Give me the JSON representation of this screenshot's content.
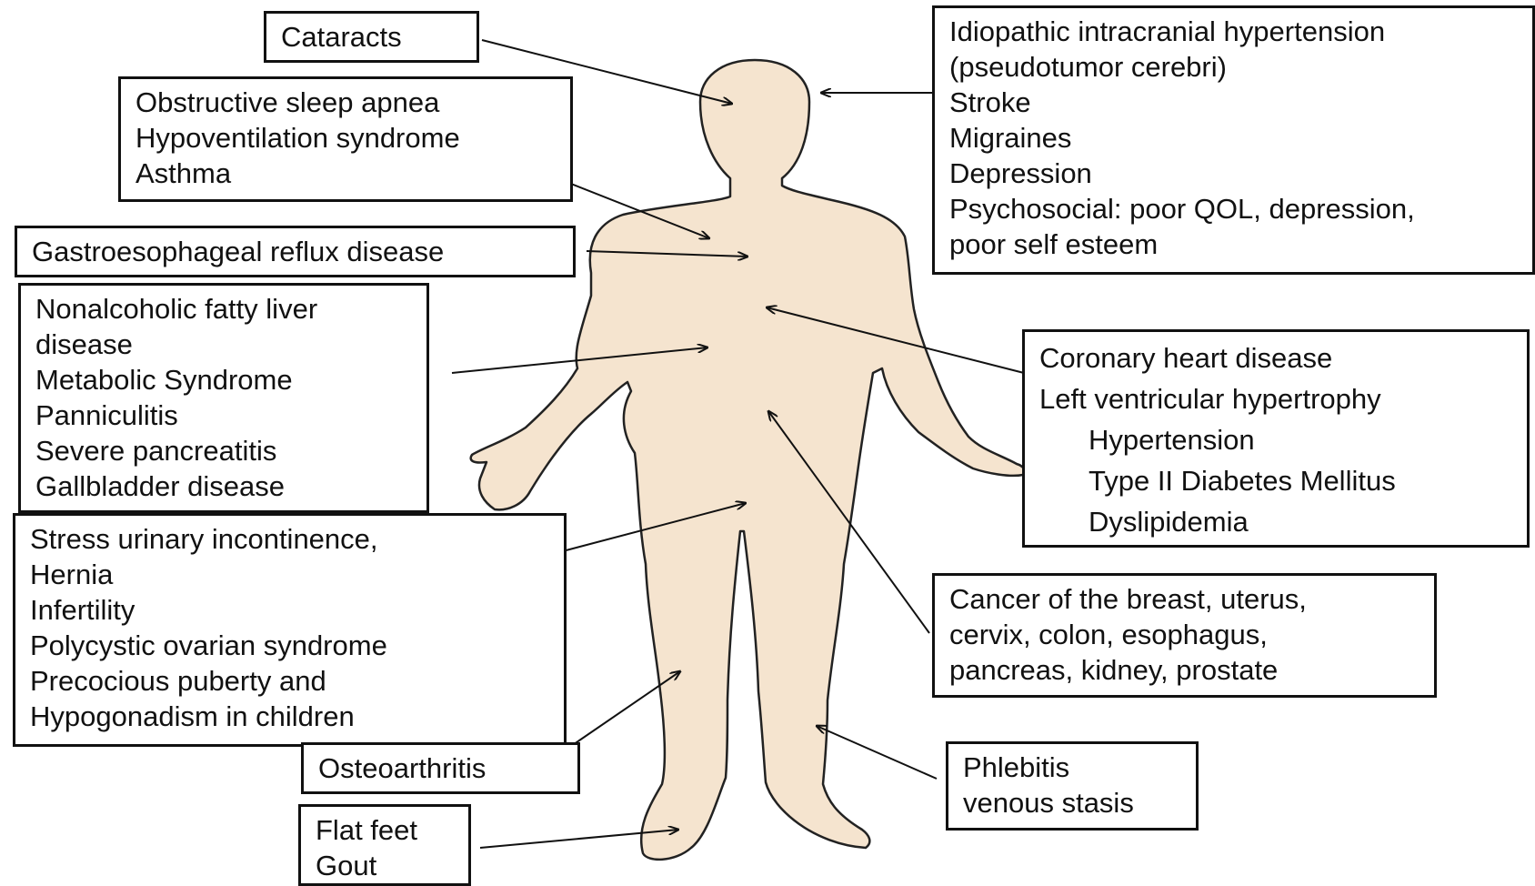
{
  "colors": {
    "body_fill": "#f5e4cf",
    "outline": "#222222",
    "border": "#111111",
    "background": "#ffffff"
  },
  "boxes": {
    "cataracts": [
      "Cataracts"
    ],
    "sleep": [
      "Obstructive sleep apnea",
      "Hypoventilation syndrome",
      "Asthma"
    ],
    "gerd": [
      "Gastroesophageal reflux disease"
    ],
    "liver": [
      "Nonalcoholic fatty liver",
      "disease",
      "Metabolic Syndrome",
      "Panniculitis",
      "Severe pancreatitis",
      "Gallbladder disease"
    ],
    "urinary": [
      "Stress urinary incontinence,",
      "Hernia",
      "Infertility",
      "Polycystic ovarian syndrome",
      "Precocious puberty and",
      "Hypogonadism in children"
    ],
    "osteo": [
      "Osteoarthritis"
    ],
    "feet": [
      "Flat feet",
      "Gout"
    ],
    "neuro": [
      "Idiopathic intracranial hypertension",
      "(pseudotumor cerebri)",
      "Stroke",
      "Migraines",
      "Depression",
      "Psychosocial: poor QOL, depression,",
      "poor self esteem"
    ],
    "cardio": [
      "Coronary heart disease",
      "Left ventricular hypertrophy",
      "Hypertension",
      "Type II Diabetes Mellitus",
      "Dyslipidemia"
    ],
    "cancer": [
      "Cancer of the breast, uterus,",
      "cervix, colon, esophagus,",
      "pancreas, kidney, prostate"
    ],
    "phlebitis": [
      "Phlebitis",
      "venous stasis"
    ]
  }
}
